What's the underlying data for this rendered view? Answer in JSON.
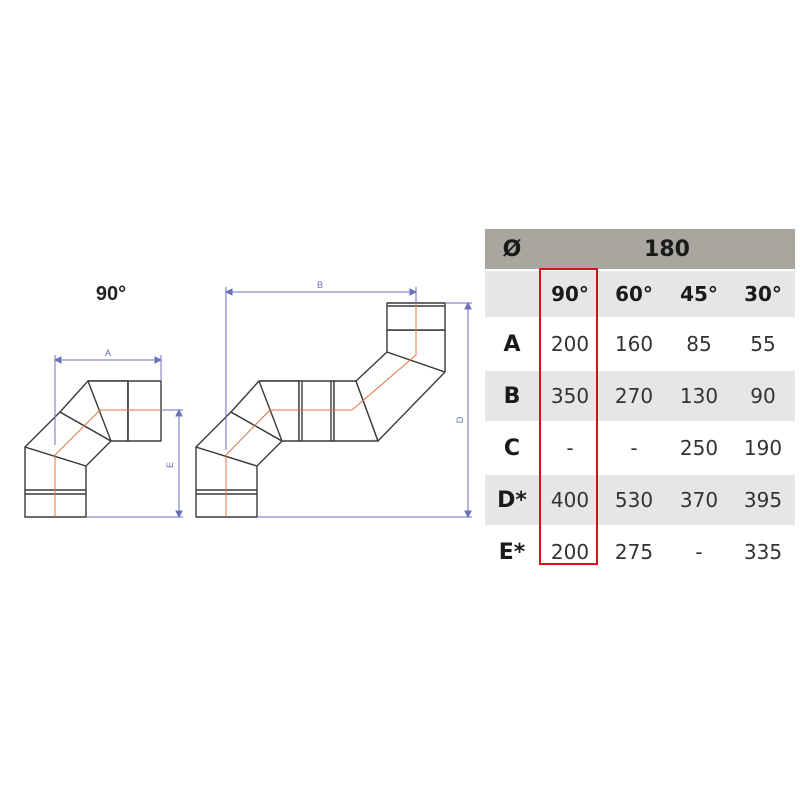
{
  "diagram": {
    "angle_title": "90°",
    "dim_labels": {
      "a": "A",
      "b": "B",
      "d": "D",
      "e": "E"
    }
  },
  "table": {
    "diameter_symbol": "Ø",
    "diameter_value": "180",
    "angles": [
      "90°",
      "60°",
      "45°",
      "30°"
    ],
    "rows": [
      {
        "label": "A",
        "values": [
          "200",
          "160",
          "85",
          "55"
        ]
      },
      {
        "label": "B",
        "values": [
          "350",
          "270",
          "130",
          "90"
        ]
      },
      {
        "label": "C",
        "values": [
          "-",
          "-",
          "250",
          "190"
        ]
      },
      {
        "label": "D*",
        "values": [
          "400",
          "530",
          "370",
          "395"
        ]
      },
      {
        "label": "E*",
        "values": [
          "200",
          "275",
          "-",
          "335"
        ]
      }
    ],
    "highlighted_column": "90°",
    "highlight_color": "#d6101d"
  },
  "colors": {
    "pipe_outline": "#3a3a3a",
    "pipe_fill": "#ffffff",
    "centerline": "#e0743a",
    "dimension_line": "#6b6fb8",
    "header_bg": "#a9a59f",
    "alt_row_bg": "#e6e6e6"
  }
}
